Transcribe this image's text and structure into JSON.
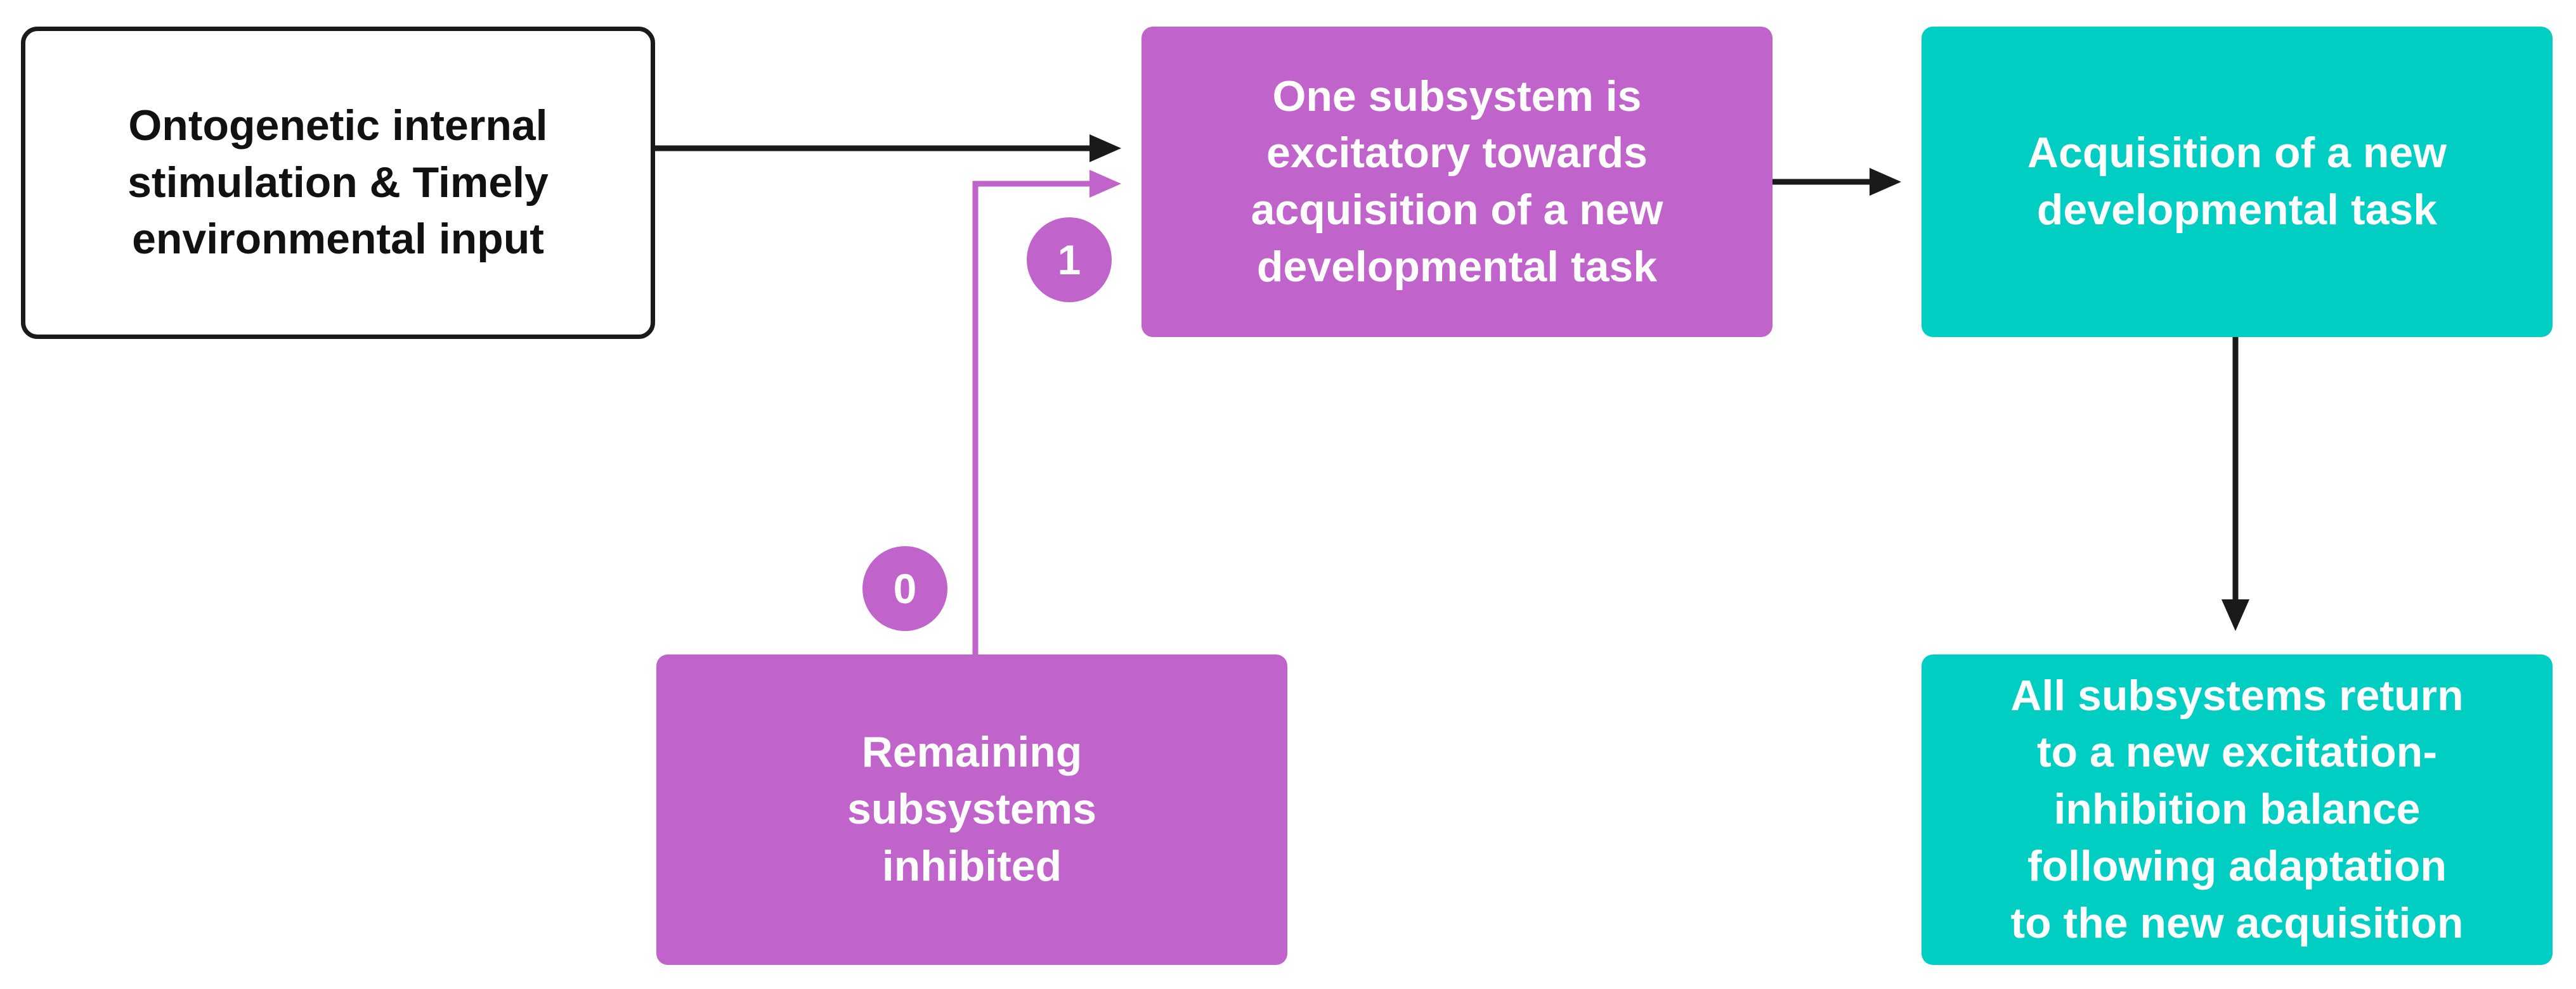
{
  "nodes": {
    "input": "Ontogenetic internal\nstimulation & Timely\nenvironmental input",
    "excitatory": "One subsystem is\nexcitatory towards\nacquisition of a new\ndevelopmental task",
    "acquisition": "Acquisition of a new\ndevelopmental task",
    "inhibited": "Remaining\nsubsystems\ninhibited",
    "balance": "All subsystems return\nto a new excitation-\ninhibition balance\nfollowing adaptation\nto the new acquisition"
  },
  "badges": {
    "one": "1",
    "zero": "0"
  },
  "colors": {
    "purple": "#c064cc",
    "teal": "#00cec2",
    "dark": "#1a1a1a"
  }
}
